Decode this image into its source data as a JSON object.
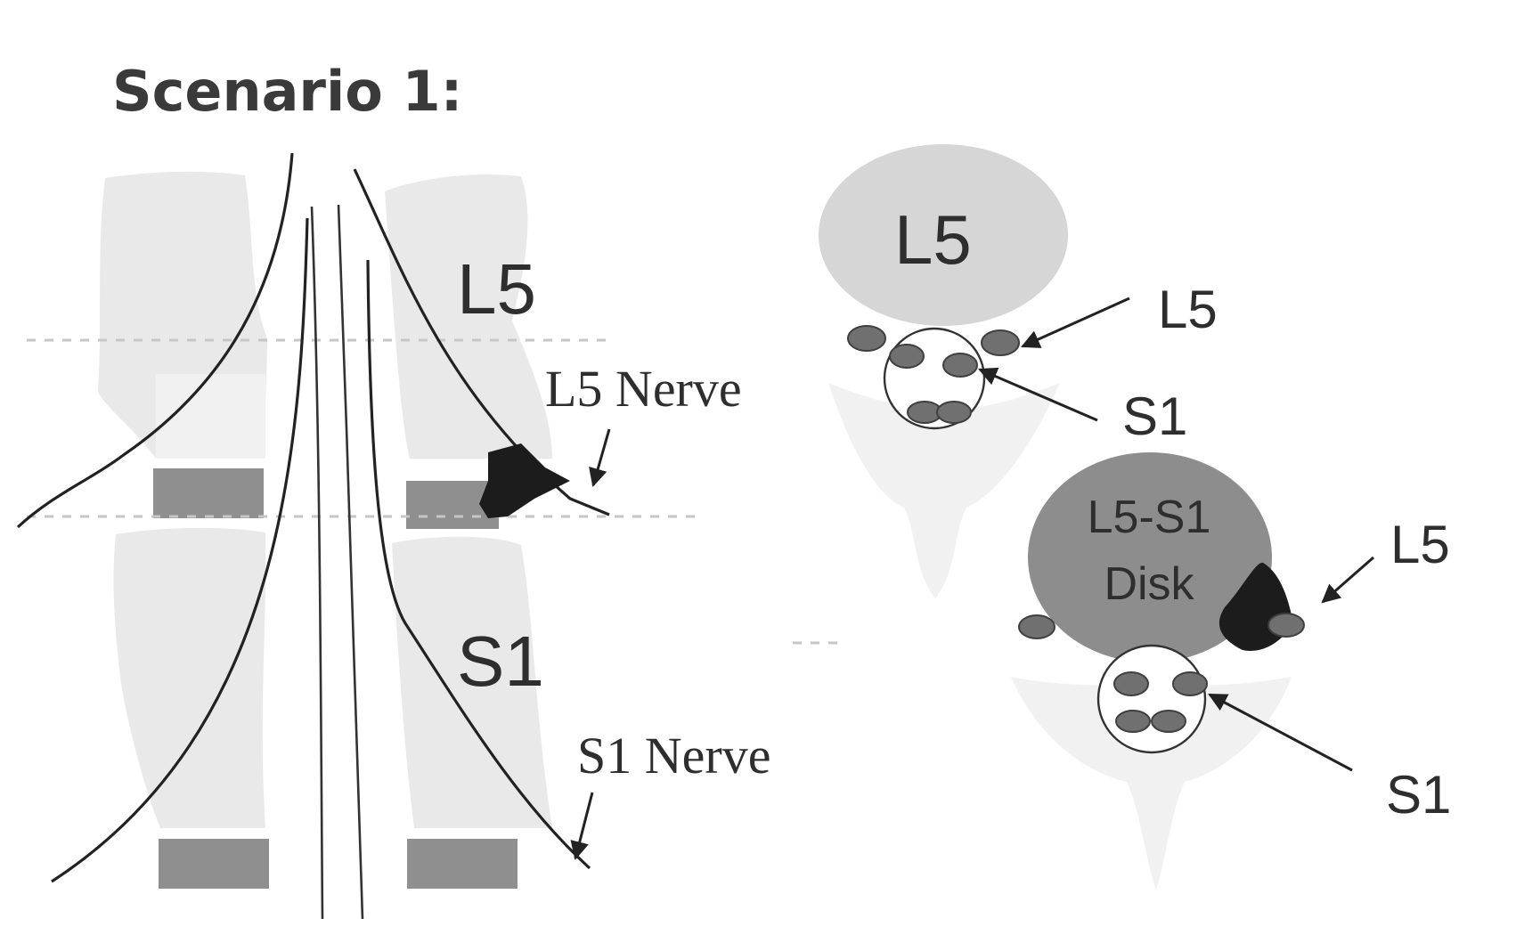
{
  "title": "Scenario 1:",
  "sagittal": {
    "upper_vertebra": "L5",
    "lower_vertebra": "S1",
    "upper_nerve": "L5 Nerve",
    "lower_nerve": "S1 Nerve"
  },
  "axial_top": {
    "body_label": "L5",
    "arrow_upper": "L5",
    "arrow_lower": "S1"
  },
  "axial_bottom": {
    "disk_label_line1": "L5-S1",
    "disk_label_line2": "Disk",
    "arrow_upper": "L5",
    "arrow_lower": "S1"
  },
  "colors": {
    "bone": "#e9e9e9",
    "disc": "#8f8f8f",
    "herniation": "#1c1c1c",
    "nerve_root": "#707070",
    "line": "#222222"
  }
}
